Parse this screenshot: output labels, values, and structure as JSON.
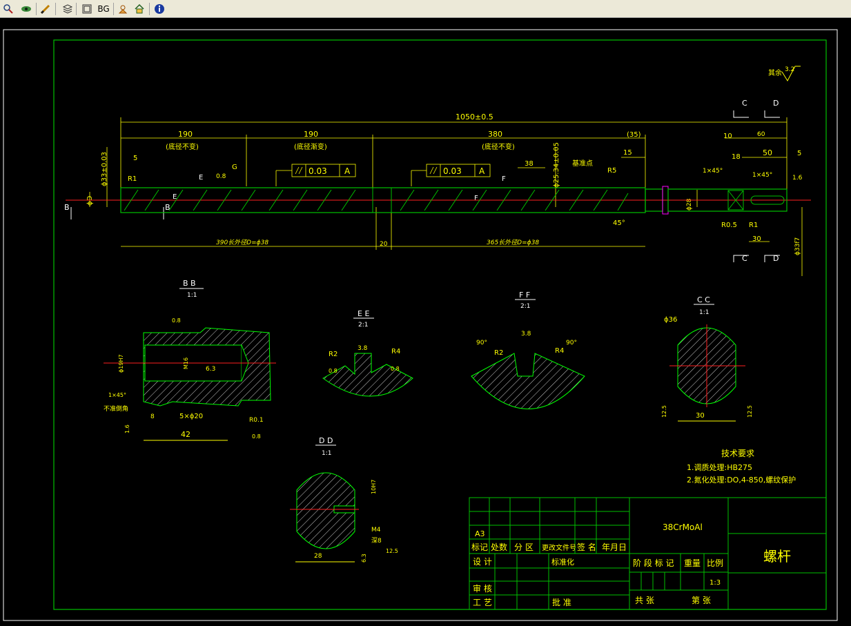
{
  "toolbar": {
    "bg_label": "BG"
  },
  "drawing": {
    "roughness_rest_label": "其余",
    "roughness_rest_value": "3.2",
    "overall_length": "1050±0.5",
    "seg1_length": "190",
    "seg1_note": "(底径不变)",
    "seg2_length": "190",
    "seg2_note": "(底径渐变)",
    "seg3_length": "380",
    "seg3_note": "(底径不变)",
    "seg_tail": "(35)",
    "dim_15": "15",
    "dim_38": "38",
    "dim_5_left": "5",
    "dim_10": "10",
    "dim_60": "60",
    "dim_18": "18",
    "dim_50": "50",
    "dim_5_right": "5",
    "dim_30": "30",
    "dim_20": "20",
    "dim_45": "45°",
    "tol_1": "0.03",
    "tol_2": "0.03",
    "datum_1": "A",
    "datum_2": "A",
    "label_datum_point": "基准点",
    "r5": "R5",
    "r1": "R1",
    "r0_5": "R0.5",
    "phi33": "ϕ33±0.03",
    "phi_d": "ϕD",
    "phi2534": "ϕ25.34±0.05",
    "phi28": "ϕ28",
    "phi33f7": "ϕ33f7",
    "lower_dim_left": "390长外径D=ϕ38",
    "lower_dim_right": "365长外径D=ϕ38",
    "chamfer1": "1×45°",
    "chamfer2": "1×45°",
    "roughness_08": "0.8",
    "roughness_16": "1.6",
    "sec_c": "C",
    "sec_d": "D",
    "sec_b": "B",
    "sec_e": "E",
    "sec_f": "F",
    "sec_g": "G"
  },
  "sections": {
    "bb_title": "B B",
    "bb_scale": "1:1",
    "bb_phi": "ϕ19H7",
    "bb_thread": "M16",
    "bb_63": "6.3",
    "bb_chamfer": "1×45°",
    "bb_no_chamfer": "不准倒角",
    "bb_8": "8",
    "bb_5x20": "5×ϕ20",
    "bb_42": "42",
    "bb_r1": "R0.1",
    "bb_16": "1.6",
    "bb_08a": "0.8",
    "bb_08b": "0.8",
    "ee_title": "E E",
    "ee_scale": "2:1",
    "ee_38": "3.8",
    "ee_r2": "R2",
    "ee_r4": "R4",
    "ee_08a": "0.8",
    "ee_08b": "0.8",
    "ff_title": "F F",
    "ff_scale": "2:1",
    "ff_38": "3.8",
    "ff_90a": "90°",
    "ff_90b": "90°",
    "ff_r2": "R2",
    "ff_r4": "R4",
    "cc_title": "C C",
    "cc_scale": "1:1",
    "cc_phi36": "ϕ36",
    "cc_30": "30",
    "cc_125a": "12.5",
    "cc_125b": "12.5",
    "dd_title": "D D",
    "dd_scale": "1:1",
    "dd_thread": "M4",
    "dd_depth": "深8",
    "dd_28": "28",
    "dd_10h": "10H7",
    "dd_125": "12.5",
    "dd_63": "6.3"
  },
  "tech": {
    "title": "技术要求",
    "line1": "1.调质处理:HB275",
    "line2": "2.氮化处理:DO,4-850,螺纹保护"
  },
  "title_block": {
    "material": "38CrMoAl",
    "part_name": "螺杆",
    "sheet_size": "A3",
    "h_mark": "标记",
    "h_count": "处数",
    "h_zone": "分 区",
    "h_change": "更改文件号",
    "h_sign": "签 名",
    "h_date": "年月日",
    "design": "设 计",
    "standard": "标准化",
    "stage": "阶 段 标 记",
    "weight": "重量",
    "scale_label": "比例",
    "scale_value": "1:3",
    "review": "审 核",
    "process": "工 艺",
    "approve": "批 准",
    "total": "共    张",
    "sheet": "第    张"
  }
}
